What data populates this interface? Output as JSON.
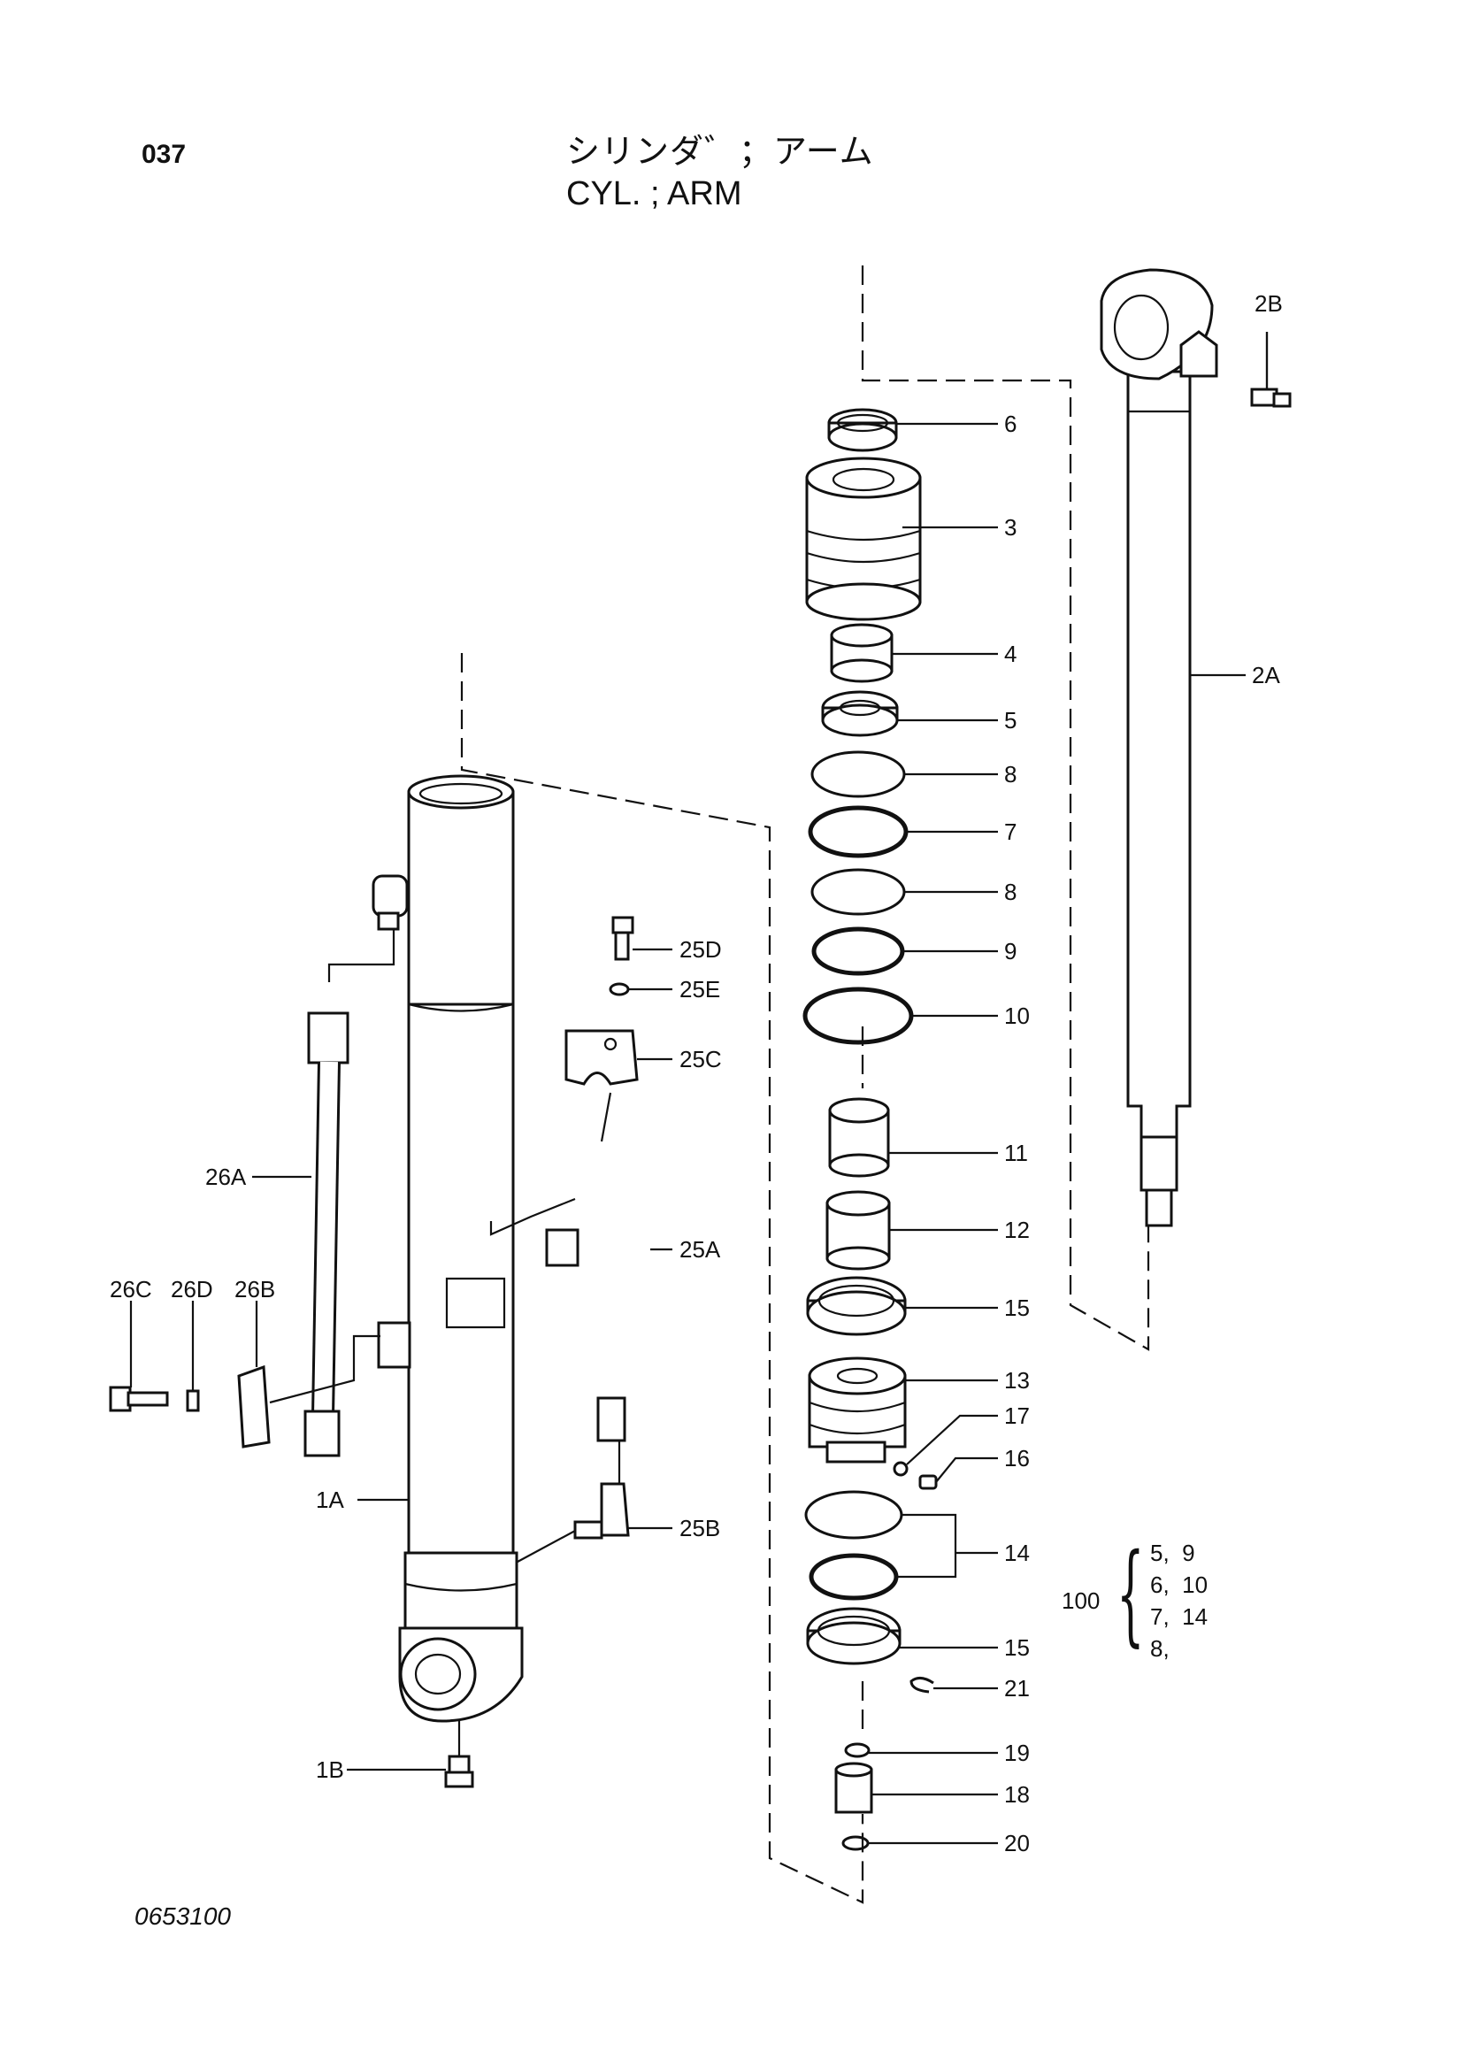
{
  "page_number": "037",
  "title_jp": "シリンダ゛；アーム",
  "title_en": "CYL. ; ARM",
  "drawing_number": "0653100",
  "part_labels": {
    "p1A": "1A",
    "p1B": "1B",
    "p2A": "2A",
    "p2B": "2B",
    "p3": "3",
    "p4": "4",
    "p5": "5",
    "p6": "6",
    "p7": "7",
    "p8a": "8",
    "p8b": "8",
    "p9": "9",
    "p10": "10",
    "p11": "11",
    "p12": "12",
    "p13": "13",
    "p14": "14",
    "p15a": "15",
    "p15b": "15",
    "p16": "16",
    "p17": "17",
    "p18": "18",
    "p19": "19",
    "p20": "20",
    "p21": "21",
    "p25A": "25A",
    "p25B": "25B",
    "p25C": "25C",
    "p25D": "25D",
    "p25E": "25E",
    "p26A": "26A",
    "p26B": "26B",
    "p26C": "26C",
    "p26D": "26D"
  },
  "seal_kit": {
    "number": "100",
    "lines": [
      "5,  9",
      "6,  10",
      "7,  14",
      "8,"
    ]
  }
}
